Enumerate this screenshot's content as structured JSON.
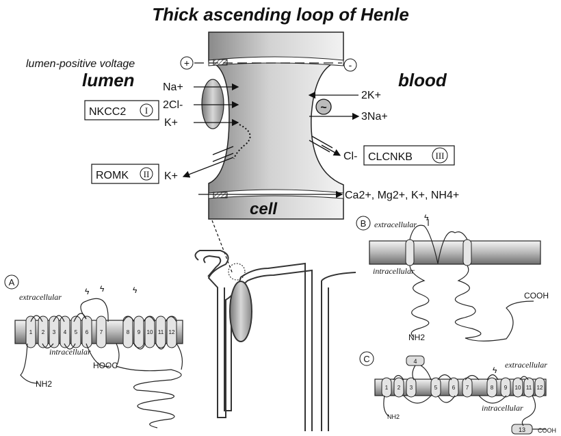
{
  "title": "Thick ascending loop of Henle",
  "top": {
    "voltage_label": "lumen-positive voltage",
    "plus": "+",
    "minus": "-",
    "lumen": "lumen",
    "blood": "blood",
    "cell": "cell",
    "na": "Na+",
    "cl2": "2Cl-",
    "k_lumen": "K+",
    "nkcc2": "NKCC2",
    "nkcc2_num": "I",
    "k2": "2K+",
    "pump_symbol": "~",
    "na3": "3Na+",
    "cl_blood": "Cl-",
    "clcnkb": "CLCNKB",
    "clcnkb_num": "III",
    "romk": "ROMK",
    "romk_num": "II",
    "k_romk": "K+",
    "paracellular": "Ca2+, Mg2+, K+, NH4+"
  },
  "panelA": {
    "letter": "A",
    "extracellular": "extracellular",
    "intracellular": "intracellular",
    "nh2": "NH2",
    "hooc": "HOOC",
    "segments": [
      "1",
      "2",
      "3",
      "4",
      "5",
      "6",
      "7",
      "8",
      "9",
      "10",
      "11",
      "12"
    ]
  },
  "panelB": {
    "letter": "B",
    "extracellular": "extracellular",
    "intracellular": "intracellular",
    "nh2": "NH2",
    "cooh": "COOH"
  },
  "panelC": {
    "letter": "C",
    "extracellular": "extracellular",
    "intracellular": "intracellular",
    "nh2": "NH2",
    "cooh": "COOH",
    "segments": [
      "1",
      "2",
      "3",
      "4",
      "5",
      "6",
      "7",
      "8",
      "9",
      "10",
      "11",
      "12",
      "13"
    ]
  }
}
